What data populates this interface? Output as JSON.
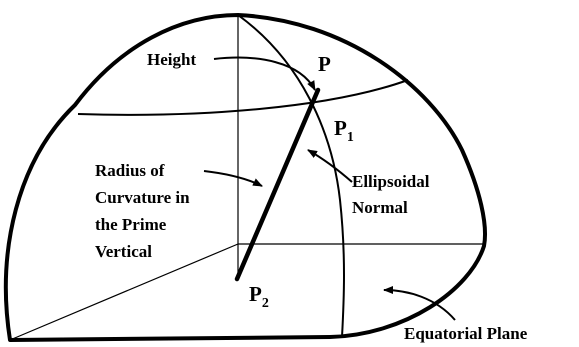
{
  "labels": {
    "height": "Height",
    "point_p": "P",
    "point_p1_main": "P",
    "point_p1_sub": "1",
    "point_p2_main": "P",
    "point_p2_sub": "2",
    "radius_line1": "Radius of",
    "radius_line2": "Curvature in",
    "radius_line3": "the Prime",
    "radius_line4": "Vertical",
    "ellipsoidal_line1": "Ellipsoidal",
    "ellipsoidal_line2": "Normal",
    "equatorial_plane": "Equatorial Plane"
  }
}
